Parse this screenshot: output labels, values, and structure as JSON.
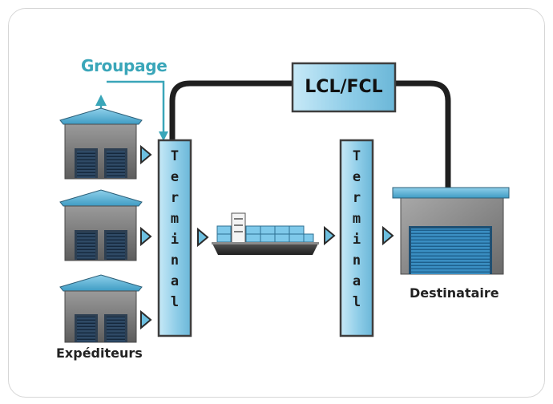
{
  "diagram": {
    "groupage_label": "Groupage",
    "lcl_fcl_label": "LCL/FCL",
    "terminal_1_label": "Terminal",
    "terminal_2_label": "Terminal",
    "shippers_label": "Expéditeurs",
    "consignee_label": "Destinataire"
  },
  "colors": {
    "box_fill": "#9ed4ec",
    "box_stroke": "#3e3e3e",
    "connector": "#1f1f1f",
    "groupage_accent": "#3aa6b9",
    "warehouse_wall": "#7b7b7b",
    "roof": "#5fb6d6"
  }
}
